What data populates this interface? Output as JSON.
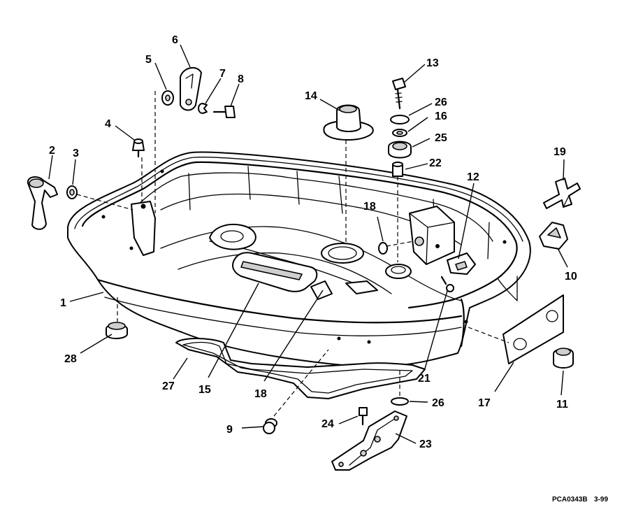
{
  "labels": {
    "p1": "1",
    "p2": "2",
    "p3": "3",
    "p4": "4",
    "p5": "5",
    "p6": "6",
    "p7": "7",
    "p8": "8",
    "p9": "9",
    "p10": "10",
    "p11": "11",
    "p12": "12",
    "p13": "13",
    "p14": "14",
    "p15": "15",
    "p16": "16",
    "p17": "17",
    "p18a": "18",
    "p18b": "18",
    "p19": "19",
    "p21": "21",
    "p22": "22",
    "p23": "23",
    "p24": "24",
    "p25": "25",
    "p26a": "26",
    "p26b": "26",
    "p27": "27",
    "p28": "28"
  },
  "footer": {
    "code": "PCA0343B",
    "date": "3-99"
  }
}
